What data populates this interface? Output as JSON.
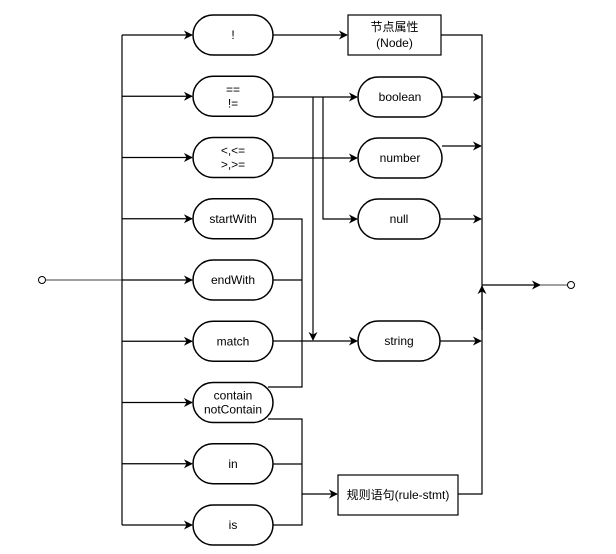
{
  "diagram": {
    "title": "",
    "operators": [
      {
        "id": "not",
        "lines": [
          "!"
        ]
      },
      {
        "id": "eq",
        "lines": [
          "==",
          "!="
        ]
      },
      {
        "id": "cmp",
        "lines": [
          "<,<=",
          ">,>="
        ]
      },
      {
        "id": "startWith",
        "lines": [
          "startWith"
        ]
      },
      {
        "id": "endWith",
        "lines": [
          "endWith"
        ]
      },
      {
        "id": "match",
        "lines": [
          "match"
        ]
      },
      {
        "id": "contain",
        "lines": [
          "contain",
          "notContain"
        ]
      },
      {
        "id": "in",
        "lines": [
          "in"
        ]
      },
      {
        "id": "is",
        "lines": [
          "is"
        ]
      }
    ],
    "node_box": {
      "lines": [
        "节点属性",
        "(Node)"
      ]
    },
    "types": [
      {
        "id": "boolean",
        "label": "boolean"
      },
      {
        "id": "number",
        "label": "number"
      },
      {
        "id": "null",
        "label": "null"
      },
      {
        "id": "string",
        "label": "string"
      }
    ],
    "rule_box": {
      "label": "规则语句(rule-stmt)"
    },
    "colors": {
      "stroke": "#000000",
      "terminal": "#808080",
      "background": "#ffffff"
    }
  }
}
